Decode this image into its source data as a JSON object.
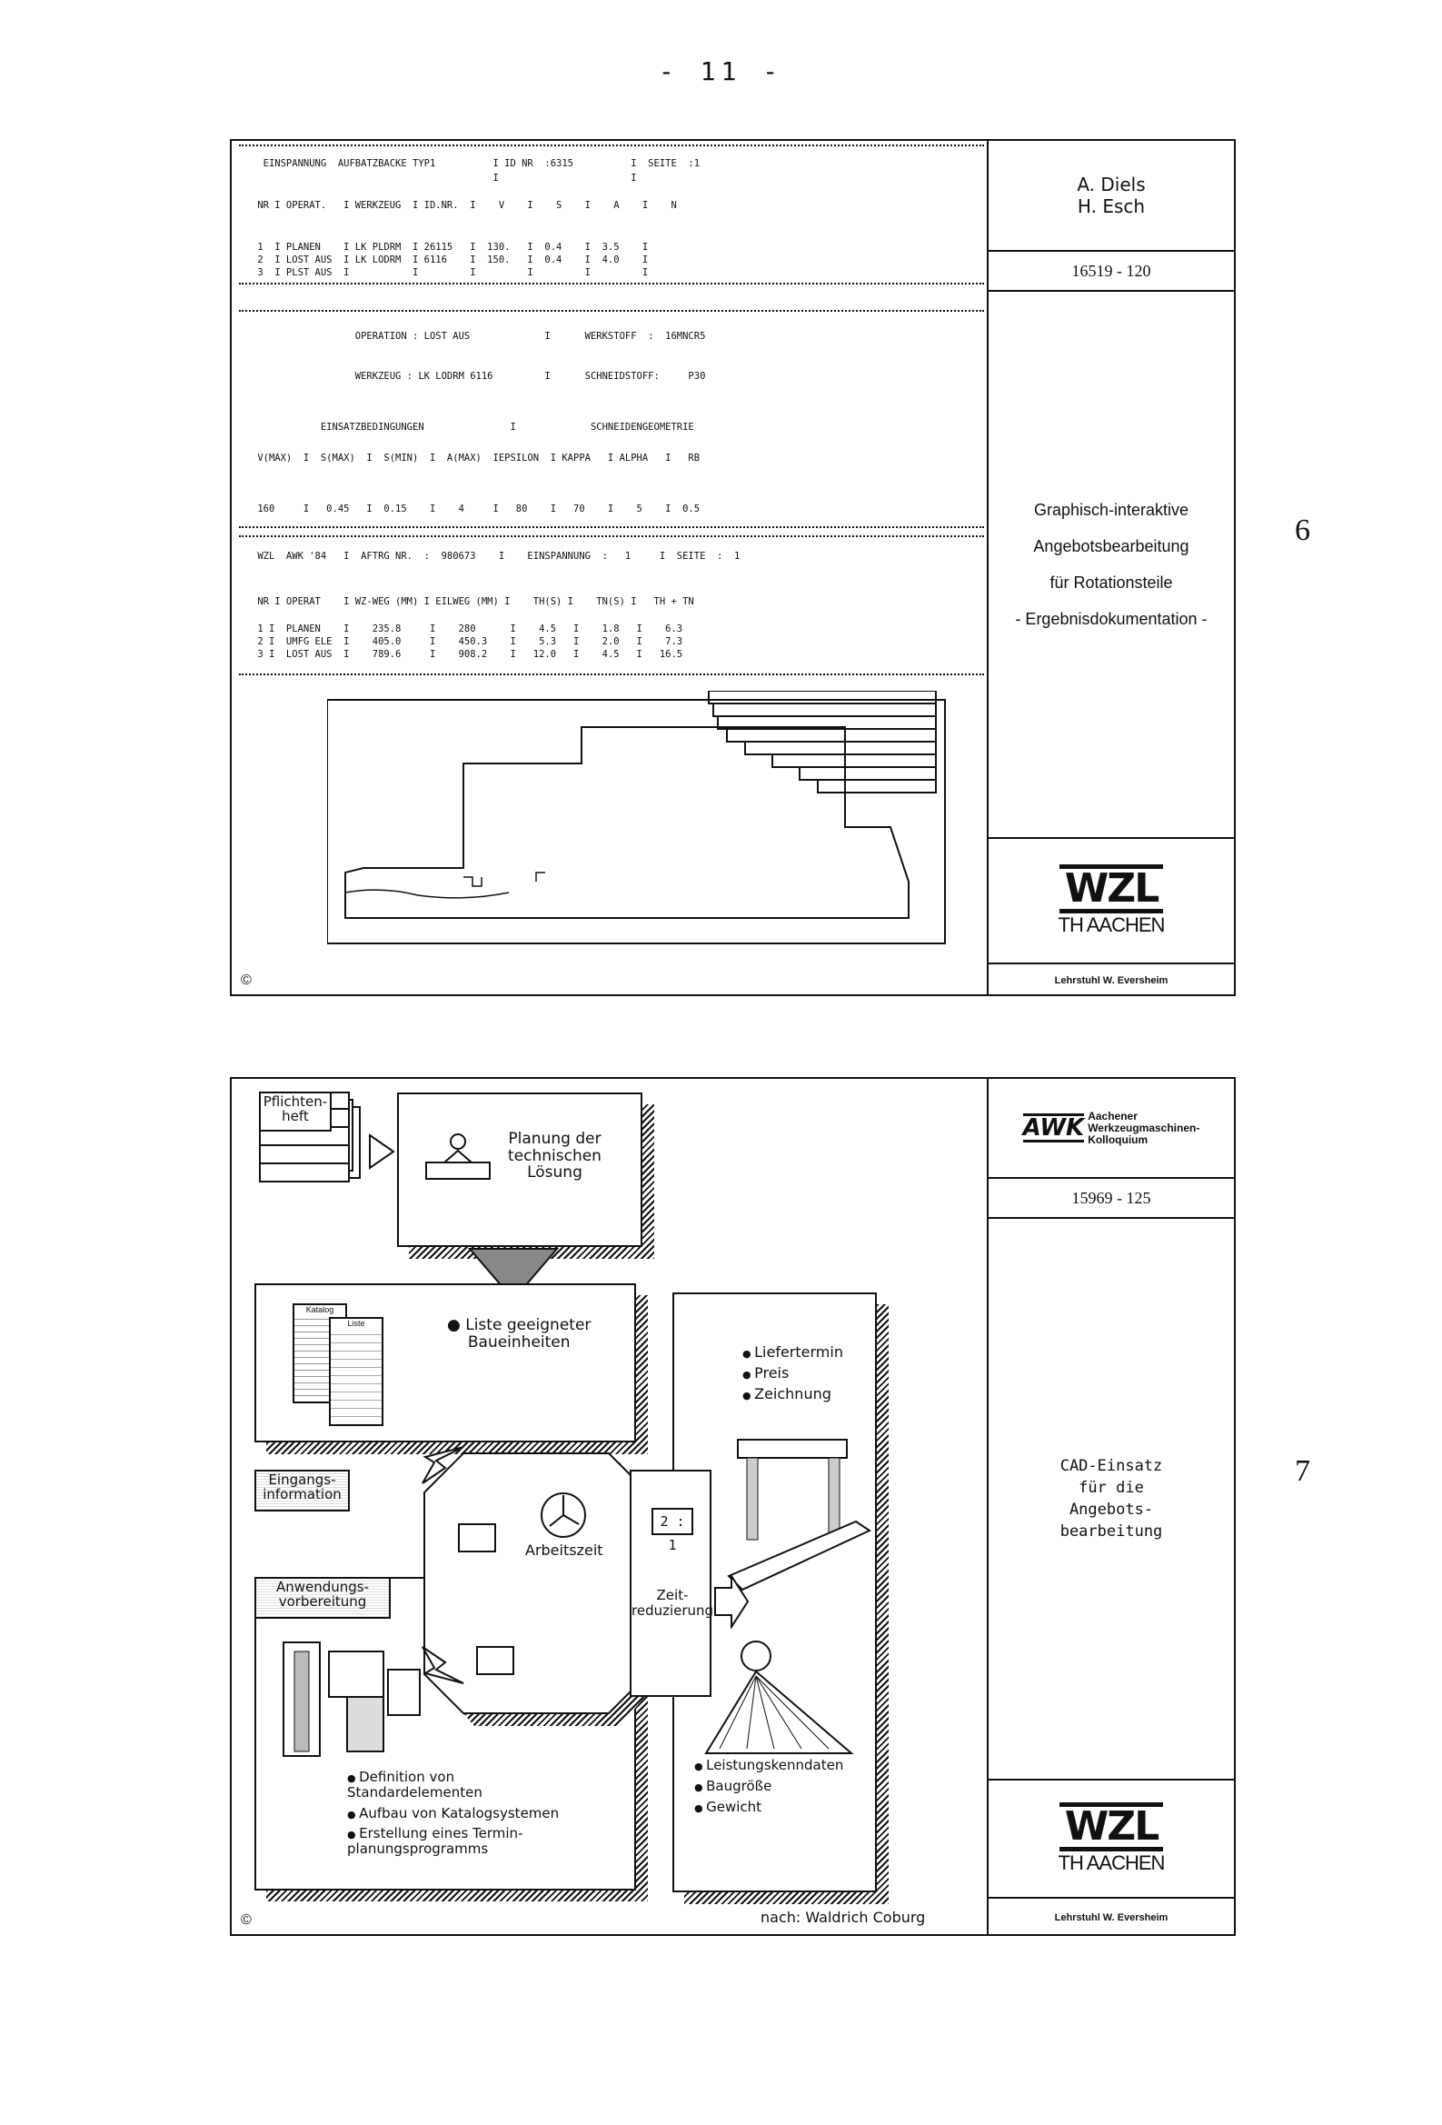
{
  "page_number": "- 11 -",
  "slide6": {
    "authors": [
      "A. Diels",
      "H. Esch"
    ],
    "code": "16519 - 120",
    "title_lines": [
      "Graphisch-interaktive",
      "Angebotsbearbeitung",
      "für Rotationsteile",
      "- Ergebnisdokumentation -"
    ],
    "logo": "WZL",
    "logo_sub": "TH AACHEN",
    "chair": "Lehrstuhl W. Eversheim",
    "figure_number": "6",
    "copyright": "©",
    "print_lines": [
      "  EINSPANNUNG  AUFBATZBACKE TYP1          I ID NR  :6315          I  SEITE  :1",
      "                                          I                       I",
      " NR I OPERAT.   I WERKZEUG  I ID.NR.  I    V    I    S    I    A    I    N",
      " 1  I PLANEN    I LK PLDRM  I 26115   I  130.   I  0.4    I  3.5    I",
      " 2  I LOST AUS  I LK LODRM  I 6116    I  150.   I  0.4    I  4.0    I",
      " 3  I PLST AUS  I           I         I         I         I         I",
      "                  OPERATION : LOST AUS             I      WERKSTOFF  :  16MNCR5",
      "                  WERKZEUG : LK LODRM 6116         I      SCHNEIDSTOFF:     P30",
      "            EINSATZBEDINGUNGEN               I             SCHNEIDENGEOMETRIE",
      " V(MAX)  I  S(MAX)  I  S(MIN)  I  A(MAX)  IEPSILON  I KAPPA   I ALPHA   I   RB",
      " 160     I   0.45   I  0.15    I    4     I   80    I   70    I    5    I  0.5",
      " WZL  AWK '84   I  AFTRG NR.  :  980673    I    EINSPANNUNG  :   1     I  SEITE  :  1",
      " NR I OPERAT    I WZ-WEG (MM) I EILWEG (MM) I    TH(S) I    TN(S) I   TH + TN",
      " 1 I  PLANEN    I    235.8     I    280      I    4.5   I    1.8   I    6.3",
      " 2 I  UMFG ELE  I    405.0     I    450.3    I    5.3   I    2.0   I    7.3",
      " 3 I  LOST AUS  I    789.6     I    908.2    I   12.0   I    4.5   I   16.5"
    ]
  },
  "slide7": {
    "logo_awk": "AWK",
    "awk_lines": [
      "Aachener",
      "Werkzeugmaschinen-",
      "Kolloquium"
    ],
    "code": "15969 - 125",
    "title_lines": [
      "CAD-Einsatz",
      "für die",
      "Angebots-",
      "bearbeitung"
    ],
    "logo": "WZL",
    "logo_sub": "TH AACHEN",
    "chair": "Lehrstuhl W. Eversheim",
    "figure_number": "7",
    "copyright": "©",
    "pflichtenheft": "Pflichten-\nheft",
    "planung": "Planung der\ntechnischen\nLösung",
    "liste": "● Liste geeigneter\nBaueinheiten",
    "katalog": "Katalog",
    "liste_doc": "Liste",
    "eingang": "Eingangs-\ninformation",
    "anwendung": "Anwendungs-\nvorbereitung",
    "arbeitszeit": "Arbeitszeit",
    "ratio": "2 : 1",
    "zeit": "Zeit-\nreduzierung",
    "right_top": [
      "Liefertermin",
      "Preis",
      "Zeichnung"
    ],
    "right_bottom": [
      "Leistungskenndaten",
      "Baugröße",
      "Gewicht"
    ],
    "left_bottom": [
      "Definition von\nStandardelementen",
      "Aufbau von Katalogsystemen",
      "Erstellung eines Termin-\nplanungsprogramms"
    ],
    "source": "nach: Waldrich Coburg"
  }
}
